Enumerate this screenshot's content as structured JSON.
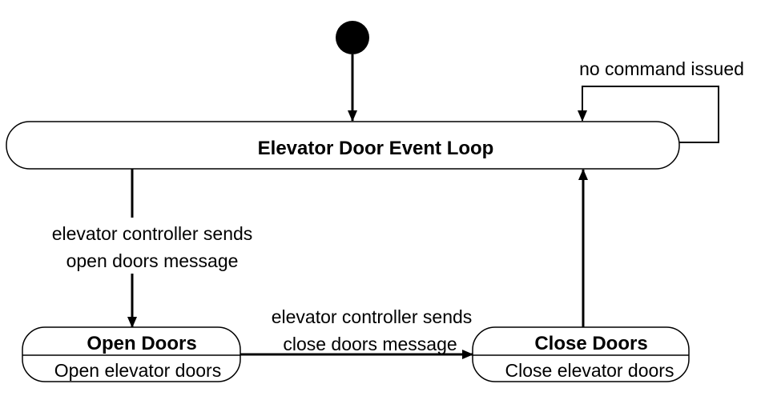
{
  "diagram": {
    "main_state": {
      "title": "Elevator Door Event Loop"
    },
    "self_loop": {
      "label": "no command issued"
    },
    "open_transition": {
      "line1": "elevator controller sends",
      "line2": "open doors message"
    },
    "close_transition": {
      "line1": "elevator controller sends",
      "line2": "close doors message"
    },
    "open_state": {
      "title": "Open Doors",
      "action": "Open elevator doors"
    },
    "close_state": {
      "title": "Close Doors",
      "action": "Close elevator doors"
    }
  },
  "colors": {
    "ink": "#000000",
    "background": "#ffffff"
  }
}
